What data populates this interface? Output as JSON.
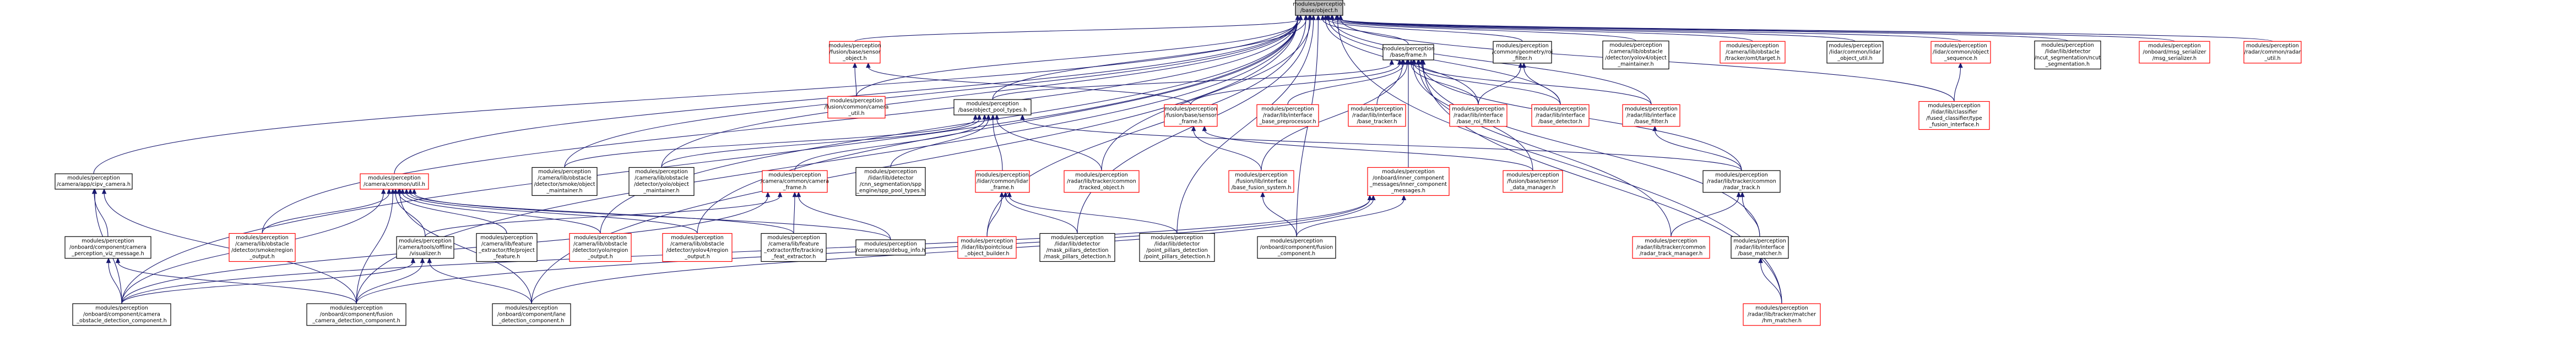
{
  "colors": {
    "background": "#ffffff",
    "edge": "#191970",
    "node_normal_border": "#000000",
    "node_missing_border": "#ff0000",
    "node_root_fill": "#bfbfbf",
    "node_fill": "#ffffff"
  },
  "nodes": [
    {
      "id": "n0",
      "lines": [
        "modules/perception",
        "/base/object.h"
      ],
      "style": "root"
    },
    {
      "id": "n1",
      "lines": [
        "modules/perception",
        "/fusion/base/sensor",
        "_object.h"
      ],
      "style": "red"
    },
    {
      "id": "n2",
      "lines": [
        "modules/perception",
        "/base/frame.h"
      ],
      "style": "black"
    },
    {
      "id": "n3",
      "lines": [
        "modules/perception",
        "/common/geometry/roi",
        "_filter.h"
      ],
      "style": "black"
    },
    {
      "id": "n4",
      "lines": [
        "modules/perception",
        "/camera/lib/obstacle",
        "/detector/yolov4/object",
        "_maintainer.h"
      ],
      "style": "black"
    },
    {
      "id": "n5",
      "lines": [
        "modules/perception",
        "/camera/lib/obstacle",
        "/tracker/omt/target.h"
      ],
      "style": "red"
    },
    {
      "id": "n6",
      "lines": [
        "modules/perception",
        "/lidar/common/lidar",
        "_object_util.h"
      ],
      "style": "black"
    },
    {
      "id": "n7",
      "lines": [
        "modules/perception",
        "/lidar/common/object",
        "_sequence.h"
      ],
      "style": "red"
    },
    {
      "id": "n8",
      "lines": [
        "modules/perception",
        "/lidar/lib/detector",
        "/ncut_segmentation/ncut",
        "_segmentation.h"
      ],
      "style": "black"
    },
    {
      "id": "n9",
      "lines": [
        "modules/perception",
        "/onboard/msg_serializer",
        "/msg_serializer.h"
      ],
      "style": "red"
    },
    {
      "id": "n10",
      "lines": [
        "modules/perception",
        "/radar/common/radar",
        "_util.h"
      ],
      "style": "red"
    },
    {
      "id": "n11",
      "lines": [
        "modules/perception",
        "/fusion/common/camera",
        "_util.h"
      ],
      "style": "red"
    },
    {
      "id": "n12",
      "lines": [
        "modules/perception",
        "/base/object_pool_types.h"
      ],
      "style": "black"
    },
    {
      "id": "n13",
      "lines": [
        "modules/perception",
        "/fusion/base/sensor",
        "_frame.h"
      ],
      "style": "red"
    },
    {
      "id": "n14",
      "lines": [
        "modules/perception",
        "/radar/lib/interface",
        "_base_preprocessor.h"
      ],
      "style": "red"
    },
    {
      "id": "n15",
      "lines": [
        "modules/perception",
        "/radar/lib/interface",
        "/base_tracker.h"
      ],
      "style": "red"
    },
    {
      "id": "n16",
      "lines": [
        "modules/perception",
        "/radar/lib/interface",
        "/base_roi_filter.h"
      ],
      "style": "red"
    },
    {
      "id": "n17",
      "lines": [
        "modules/perception",
        "/radar/lib/interface",
        "/base_detector.h"
      ],
      "style": "red"
    },
    {
      "id": "n18",
      "lines": [
        "modules/perception",
        "/radar/lib/interface",
        "/base_filter.h"
      ],
      "style": "red"
    },
    {
      "id": "n19",
      "lines": [
        "modules/perception",
        "/lidar/lib/classifier",
        "/fused_classifier/type",
        "_fusion_interface.h"
      ],
      "style": "red"
    },
    {
      "id": "n20",
      "lines": [
        "modules/perception",
        "/camera/app/cipv_camera.h"
      ],
      "style": "black"
    },
    {
      "id": "n21",
      "lines": [
        "modules/perception",
        "/camera/common/util.h"
      ],
      "style": "red"
    },
    {
      "id": "n22",
      "lines": [
        "modules/perception",
        "/camera/lib/obstacle",
        "/detector/smoke/object",
        "_maintainer.h"
      ],
      "style": "black"
    },
    {
      "id": "n23",
      "lines": [
        "modules/perception",
        "/camera/lib/obstacle",
        "/detector/yolo/object",
        "_maintainer.h"
      ],
      "style": "black"
    },
    {
      "id": "n24",
      "lines": [
        "modules/perception",
        "/camera/common/camera",
        "_frame.h"
      ],
      "style": "red"
    },
    {
      "id": "n25",
      "lines": [
        "modules/perception",
        "/lidar/lib/detector",
        "/cnn_segmentation/spp",
        "_engine/spp_pool_types.h"
      ],
      "style": "black"
    },
    {
      "id": "n26",
      "lines": [
        "modules/perception",
        "/lidar/common/lidar",
        "_frame.h"
      ],
      "style": "red"
    },
    {
      "id": "n27",
      "lines": [
        "modules/perception",
        "/radar/lib/tracker/common",
        "/tracked_object.h"
      ],
      "style": "red"
    },
    {
      "id": "n28",
      "lines": [
        "modules/perception",
        "/fusion/lib/interface",
        "/base_fusion_system.h"
      ],
      "style": "red"
    },
    {
      "id": "n29",
      "lines": [
        "modules/perception",
        "/onboard/inner_component",
        "_messages/inner_component",
        "_messages.h"
      ],
      "style": "red"
    },
    {
      "id": "n30",
      "lines": [
        "modules/perception",
        "/fusion/base/sensor",
        "_data_manager.h"
      ],
      "style": "red"
    },
    {
      "id": "n31",
      "lines": [
        "modules/perception",
        "/radar/lib/tracker/common",
        "/radar_track.h"
      ],
      "style": "black"
    },
    {
      "id": "n32",
      "lines": [
        "modules/perception",
        "/onboard/component/camera",
        "_perception_viz_message.h"
      ],
      "style": "black"
    },
    {
      "id": "n33",
      "lines": [
        "modules/perception",
        "/camera/lib/obstacle",
        "/detector/smoke/region",
        "_output.h"
      ],
      "style": "red"
    },
    {
      "id": "n34",
      "lines": [
        "modules/perception",
        "/camera/tools/offline",
        "/visualizer.h"
      ],
      "style": "black"
    },
    {
      "id": "n35",
      "lines": [
        "modules/perception",
        "/camera/lib/feature",
        "_extractor/tfe/project",
        "_feature.h"
      ],
      "style": "black"
    },
    {
      "id": "n36",
      "lines": [
        "modules/perception",
        "/camera/lib/obstacle",
        "/detector/yolo/region",
        "_output.h"
      ],
      "style": "red"
    },
    {
      "id": "n37",
      "lines": [
        "modules/perception",
        "/camera/lib/obstacle",
        "/detector/yolov4/region",
        "_output.h"
      ],
      "style": "red"
    },
    {
      "id": "n38",
      "lines": [
        "modules/perception",
        "/camera/lib/feature",
        "_extractor/tfe/tracking",
        "_feat_extractor.h"
      ],
      "style": "black"
    },
    {
      "id": "n39",
      "lines": [
        "modules/perception",
        "/camera/app/debug_info.h"
      ],
      "style": "black"
    },
    {
      "id": "n40",
      "lines": [
        "modules/perception",
        "/lidar/lib/pointcloud",
        "_object_builder.h"
      ],
      "style": "red"
    },
    {
      "id": "n41",
      "lines": [
        "modules/perception",
        "/lidar/lib/detector",
        "/mask_pillars_detection",
        "/mask_pillars_detection.h"
      ],
      "style": "black"
    },
    {
      "id": "n42",
      "lines": [
        "modules/perception",
        "/lidar/lib/detector",
        "/point_pillars_detection",
        "/point_pillars_detection.h"
      ],
      "style": "black"
    },
    {
      "id": "n43",
      "lines": [
        "modules/perception",
        "/onboard/component/fusion",
        "_component.h"
      ],
      "style": "black"
    },
    {
      "id": "n44",
      "lines": [
        "modules/perception",
        "/radar/lib/tracker/common",
        "/radar_track_manager.h"
      ],
      "style": "red"
    },
    {
      "id": "n45",
      "lines": [
        "modules/perception",
        "/radar/lib/interface",
        "/base_matcher.h"
      ],
      "style": "black"
    },
    {
      "id": "n46",
      "lines": [
        "modules/perception",
        "/onboard/component/camera",
        "_obstacle_detection_component.h"
      ],
      "style": "black"
    },
    {
      "id": "n47",
      "lines": [
        "modules/perception",
        "/onboard/component/fusion",
        "_camera_detection_component.h"
      ],
      "style": "black"
    },
    {
      "id": "n48",
      "lines": [
        "modules/perception",
        "/onboard/component/lane",
        "_detection_component.h"
      ],
      "style": "black"
    },
    {
      "id": "n49",
      "lines": [
        "modules/perception",
        "/radar/lib/tracker/matcher",
        "/hm_matcher.h"
      ],
      "style": "red"
    }
  ],
  "edges": [
    [
      "n0",
      "n1"
    ],
    [
      "n0",
      "n2"
    ],
    [
      "n0",
      "n3"
    ],
    [
      "n0",
      "n4"
    ],
    [
      "n0",
      "n5"
    ],
    [
      "n0",
      "n6"
    ],
    [
      "n0",
      "n7"
    ],
    [
      "n0",
      "n8"
    ],
    [
      "n0",
      "n9"
    ],
    [
      "n0",
      "n10"
    ],
    [
      "n0",
      "n11"
    ],
    [
      "n0",
      "n12"
    ],
    [
      "n0",
      "n19"
    ],
    [
      "n0",
      "n20"
    ],
    [
      "n0",
      "n21"
    ],
    [
      "n0",
      "n22"
    ],
    [
      "n0",
      "n23"
    ],
    [
      "n0",
      "n27"
    ],
    [
      "n0",
      "n33"
    ],
    [
      "n0",
      "n36"
    ],
    [
      "n0",
      "n37"
    ],
    [
      "n0",
      "n40"
    ],
    [
      "n0",
      "n41"
    ],
    [
      "n0",
      "n42"
    ],
    [
      "n0",
      "n43"
    ],
    [
      "n0",
      "n46"
    ],
    [
      "n0",
      "n47"
    ],
    [
      "n0",
      "n48"
    ],
    [
      "n0",
      "n49"
    ],
    [
      "n0",
      "n16"
    ],
    [
      "n0",
      "n17"
    ],
    [
      "n0",
      "n18"
    ],
    [
      "n1",
      "n11"
    ],
    [
      "n1",
      "n13"
    ],
    [
      "n2",
      "n12"
    ],
    [
      "n2",
      "n13"
    ],
    [
      "n2",
      "n14"
    ],
    [
      "n2",
      "n15"
    ],
    [
      "n2",
      "n16"
    ],
    [
      "n2",
      "n17"
    ],
    [
      "n2",
      "n18"
    ],
    [
      "n2",
      "n28"
    ],
    [
      "n2",
      "n29"
    ],
    [
      "n2",
      "n30"
    ],
    [
      "n2",
      "n31"
    ],
    [
      "n2",
      "n44"
    ],
    [
      "n2",
      "n45"
    ],
    [
      "n2",
      "n49"
    ],
    [
      "n3",
      "n16"
    ],
    [
      "n3",
      "n17"
    ],
    [
      "n7",
      "n19"
    ],
    [
      "n12",
      "n22"
    ],
    [
      "n12",
      "n23"
    ],
    [
      "n12",
      "n24"
    ],
    [
      "n12",
      "n25"
    ],
    [
      "n12",
      "n26"
    ],
    [
      "n12",
      "n27"
    ],
    [
      "n12",
      "n31"
    ],
    [
      "n13",
      "n28"
    ],
    [
      "n13",
      "n30"
    ],
    [
      "n18",
      "n31"
    ],
    [
      "n20",
      "n32"
    ],
    [
      "n20",
      "n46"
    ],
    [
      "n20",
      "n47"
    ],
    [
      "n21",
      "n33"
    ],
    [
      "n21",
      "n34"
    ],
    [
      "n21",
      "n35"
    ],
    [
      "n21",
      "n36"
    ],
    [
      "n21",
      "n37"
    ],
    [
      "n21",
      "n38"
    ],
    [
      "n21",
      "n39"
    ],
    [
      "n21",
      "n46"
    ],
    [
      "n21",
      "n47"
    ],
    [
      "n21",
      "n48"
    ],
    [
      "n24",
      "n34"
    ],
    [
      "n24",
      "n38"
    ],
    [
      "n24",
      "n39"
    ],
    [
      "n24",
      "n46"
    ],
    [
      "n26",
      "n40"
    ],
    [
      "n26",
      "n41"
    ],
    [
      "n26",
      "n42"
    ],
    [
      "n28",
      "n43"
    ],
    [
      "n29",
      "n43"
    ],
    [
      "n29",
      "n46"
    ],
    [
      "n29",
      "n47"
    ],
    [
      "n29",
      "n48"
    ],
    [
      "n31",
      "n44"
    ],
    [
      "n31",
      "n45"
    ],
    [
      "n32",
      "n46"
    ],
    [
      "n32",
      "n47"
    ],
    [
      "n34",
      "n46"
    ],
    [
      "n34",
      "n47"
    ],
    [
      "n34",
      "n48"
    ],
    [
      "n45",
      "n49"
    ]
  ]
}
